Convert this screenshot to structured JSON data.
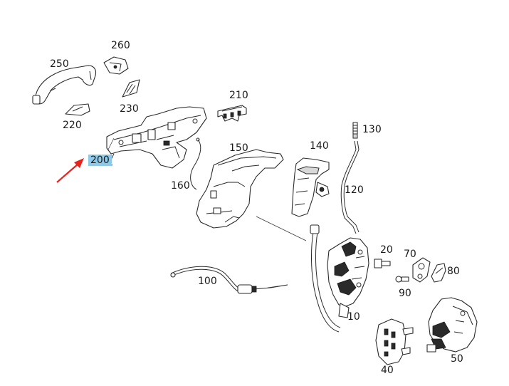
{
  "diagram": {
    "labels": {
      "p250": "250",
      "p260": "260",
      "p230": "230",
      "p220": "220",
      "p200": "200",
      "p210": "210",
      "p160": "160",
      "p150": "150",
      "p140": "140",
      "p130": "130",
      "p120": "120",
      "p100": "100",
      "p20": "20",
      "p70": "70",
      "p80": "80",
      "p90": "90",
      "p10": "10",
      "p40": "40",
      "p50": "50"
    },
    "highlighted_part": "200",
    "colors": {
      "highlight": "#8ec9e8",
      "arrow": "#e8231e",
      "line": "#2a2a2a"
    }
  }
}
